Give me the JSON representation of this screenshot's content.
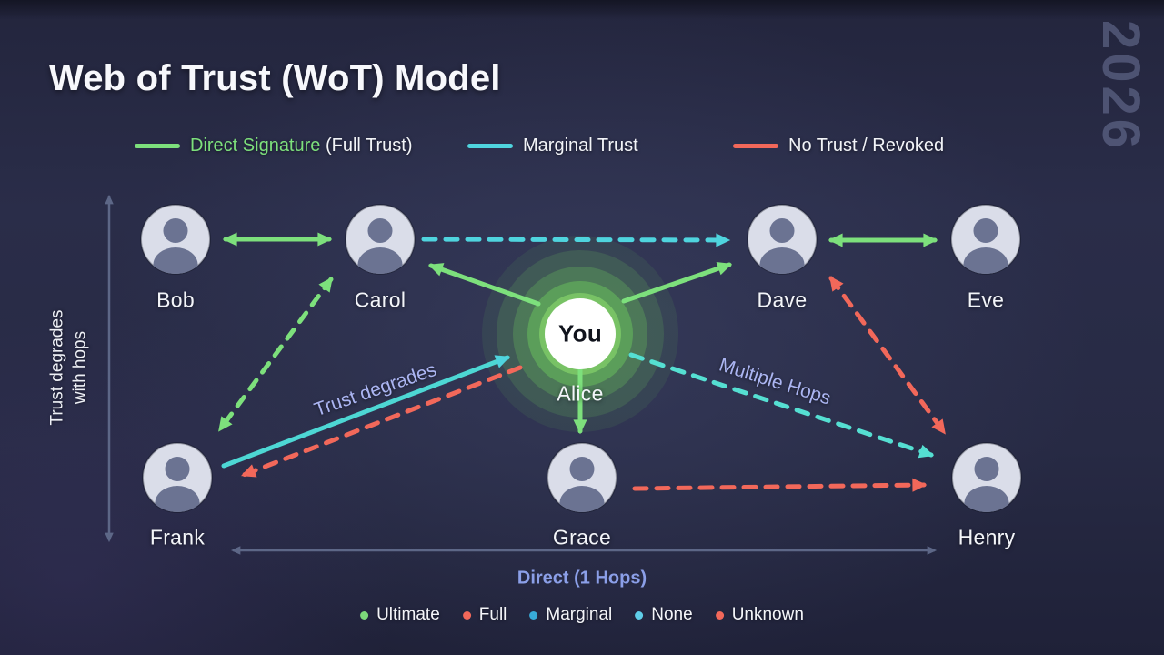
{
  "title": "Web of Trust (WoT) Model",
  "watermark": "2026",
  "legend": {
    "items": [
      {
        "label": "Direct Signature",
        "suffix": " (Full Trust)",
        "color": "#7de07c"
      },
      {
        "label": "Marginal Trust",
        "color": "#4fd4de"
      },
      {
        "label": "No Trust / Revoked",
        "color": "#f2685a"
      }
    ]
  },
  "nodes": {
    "bob": {
      "label": "Bob"
    },
    "carol": {
      "label": "Carol"
    },
    "dave": {
      "label": "Dave"
    },
    "eve": {
      "label": "Eve"
    },
    "alice": {
      "label": "Alice",
      "center_text": "You"
    },
    "frank": {
      "label": "Frank"
    },
    "grace": {
      "label": "Grace"
    },
    "henry": {
      "label": "Henry"
    }
  },
  "annotations": {
    "trust_degrades": "Trust degrades",
    "multiple_hops": "Multiple Hops"
  },
  "axes": {
    "y_label_line1": "Trust degrades",
    "y_label_line2": "with hops",
    "x_label": "Direct (1 Hops)"
  },
  "bottom_legend": {
    "items": [
      {
        "label": "Ultimate",
        "color": "#7cd87a"
      },
      {
        "label": "Full",
        "color": "#f2685a"
      },
      {
        "label": "Marginal",
        "color": "#38abd8"
      },
      {
        "label": "None",
        "color": "#5fcde8"
      },
      {
        "label": "Unknown",
        "color": "#f2685a"
      }
    ]
  },
  "edges": [
    {
      "from": "Bob",
      "to": "Carol",
      "type": "direct_signature",
      "style": "solid-green",
      "bidirectional": true
    },
    {
      "from": "Carol",
      "to": "Dave",
      "type": "marginal_trust",
      "style": "dashed-cyan",
      "bidirectional": false
    },
    {
      "from": "Dave",
      "to": "Eve",
      "type": "direct_signature",
      "style": "solid-green",
      "bidirectional": true
    },
    {
      "from": "Alice",
      "to": "Carol",
      "type": "direct_signature",
      "style": "solid-green",
      "bidirectional": false
    },
    {
      "from": "Alice",
      "to": "Dave",
      "type": "direct_signature",
      "style": "solid-green",
      "bidirectional": false
    },
    {
      "from": "Alice",
      "to": "Grace",
      "type": "direct_signature",
      "style": "solid-green",
      "bidirectional": false
    },
    {
      "from": "Carol",
      "to": "Frank",
      "type": "direct_signature",
      "style": "dashed-green",
      "bidirectional": true
    },
    {
      "from": "Frank",
      "to": "Alice",
      "type": "marginal_trust",
      "style": "solid-cyan",
      "bidirectional": false,
      "label": "Trust degrades"
    },
    {
      "from": "Alice",
      "to": "Frank",
      "type": "no_trust_revoked",
      "style": "dashed-red",
      "bidirectional": false
    },
    {
      "from": "Alice",
      "to": "Henry",
      "type": "marginal_trust",
      "style": "dashed-teal",
      "bidirectional": false,
      "label": "Multiple Hops"
    },
    {
      "from": "Grace",
      "to": "Henry",
      "type": "no_trust_revoked",
      "style": "dashed-red",
      "bidirectional": false
    },
    {
      "from": "Dave",
      "to": "Henry",
      "type": "no_trust_revoked",
      "style": "dashed-red",
      "bidirectional": true
    }
  ],
  "colors": {
    "background": "#272a44",
    "full_trust_green": "#7de07c",
    "marginal_cyan": "#4fd4de",
    "multi_hop_teal": "#55dfd2",
    "no_trust_red": "#f2685a",
    "axis_slate": "#5d6787",
    "annotation_lavender": "#abb5f2",
    "x_axis_label_blue": "#8b9fe8",
    "avatar_background": "#dadde9",
    "avatar_person": "#6b7392",
    "alice_glow_green": "#6fcf5c"
  }
}
